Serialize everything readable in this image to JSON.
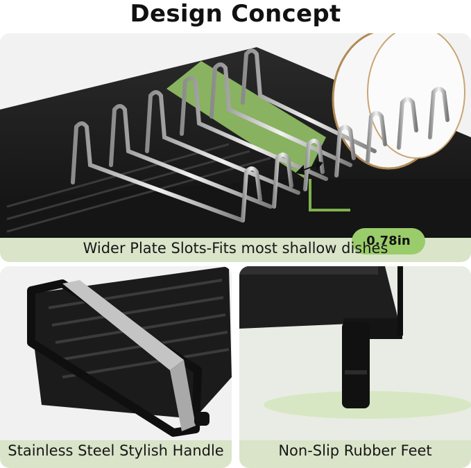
{
  "title": "Design Concept",
  "panels": {
    "top": {
      "caption": "Wider Plate Slots-Fits most shallow dishes",
      "measurement": "0.78in"
    },
    "bottom_left": {
      "caption": "Stainless Steel Stylish Handle"
    },
    "bottom_right": {
      "caption": "Non-Slip Rubber Feet"
    }
  },
  "colors": {
    "panel_bg": "#d9e4c9",
    "accent_green": "#9bcc6b",
    "rack_black": "#1c1c1c",
    "chrome": "#c9c9c9"
  }
}
